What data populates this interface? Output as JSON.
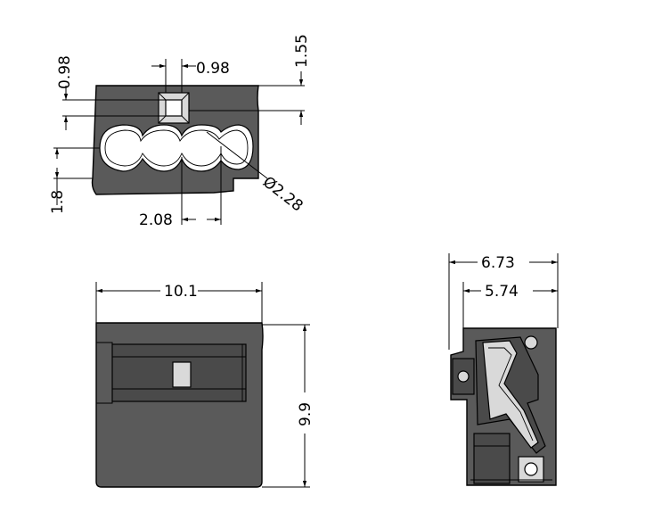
{
  "diagram": {
    "front_view": {
      "dims": {
        "pocket_width": "0.98",
        "pocket_height": "0.98",
        "top_offset": "1.55",
        "hole_pitch": "2.08",
        "hole_diameter": "Ø2.28",
        "hole_height": "1.8"
      }
    },
    "top_view": {
      "dims": {
        "width": "10.1",
        "length": "9.9"
      }
    },
    "side_view": {
      "dims": {
        "overall_width": "6.73",
        "inner_width": "5.74"
      }
    }
  }
}
